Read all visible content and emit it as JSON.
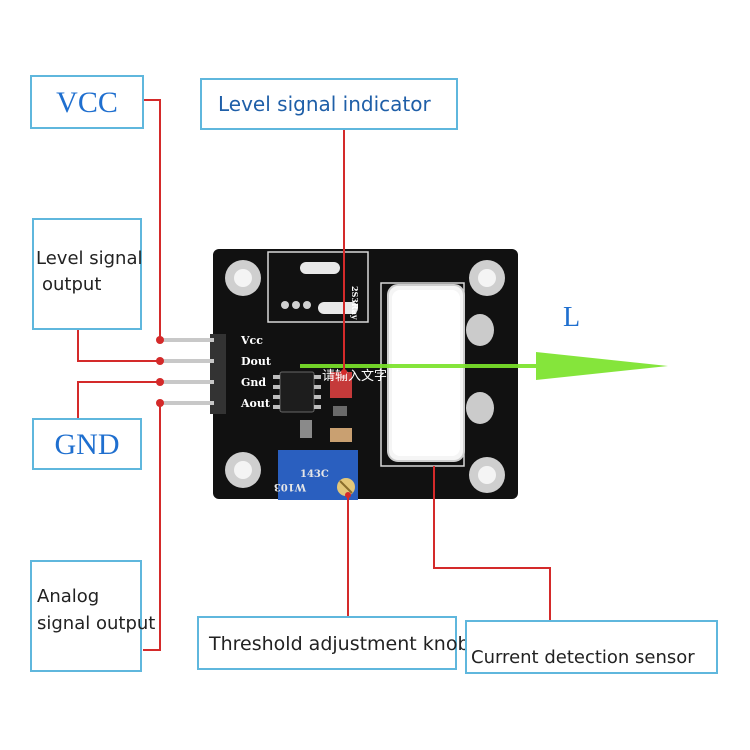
{
  "callouts": {
    "vcc": "VCC",
    "level_indicator": "Level signal indicator",
    "level_output_line1": "Level signal",
    "level_output_line2": "output",
    "gnd": "GND",
    "analog_line1": "Analog",
    "analog_line2": "signal output",
    "threshold": "Threshold adjustment knob",
    "sensor": "Current detection sensor"
  },
  "direction_label": "L",
  "board": {
    "pins": [
      "Vcc",
      "Dout",
      "Gnd",
      "Aout"
    ],
    "pot_text1": "143C",
    "pot_text2": "W103",
    "chip_text": "2S3Ray",
    "overlay_text": "请输入文字"
  },
  "colors": {
    "callout_border": "#5fb7dd",
    "leader_line": "#d42a2a",
    "arrow": "#7be32b",
    "board": "#111111",
    "potentiometer": "#2a5fbf"
  }
}
